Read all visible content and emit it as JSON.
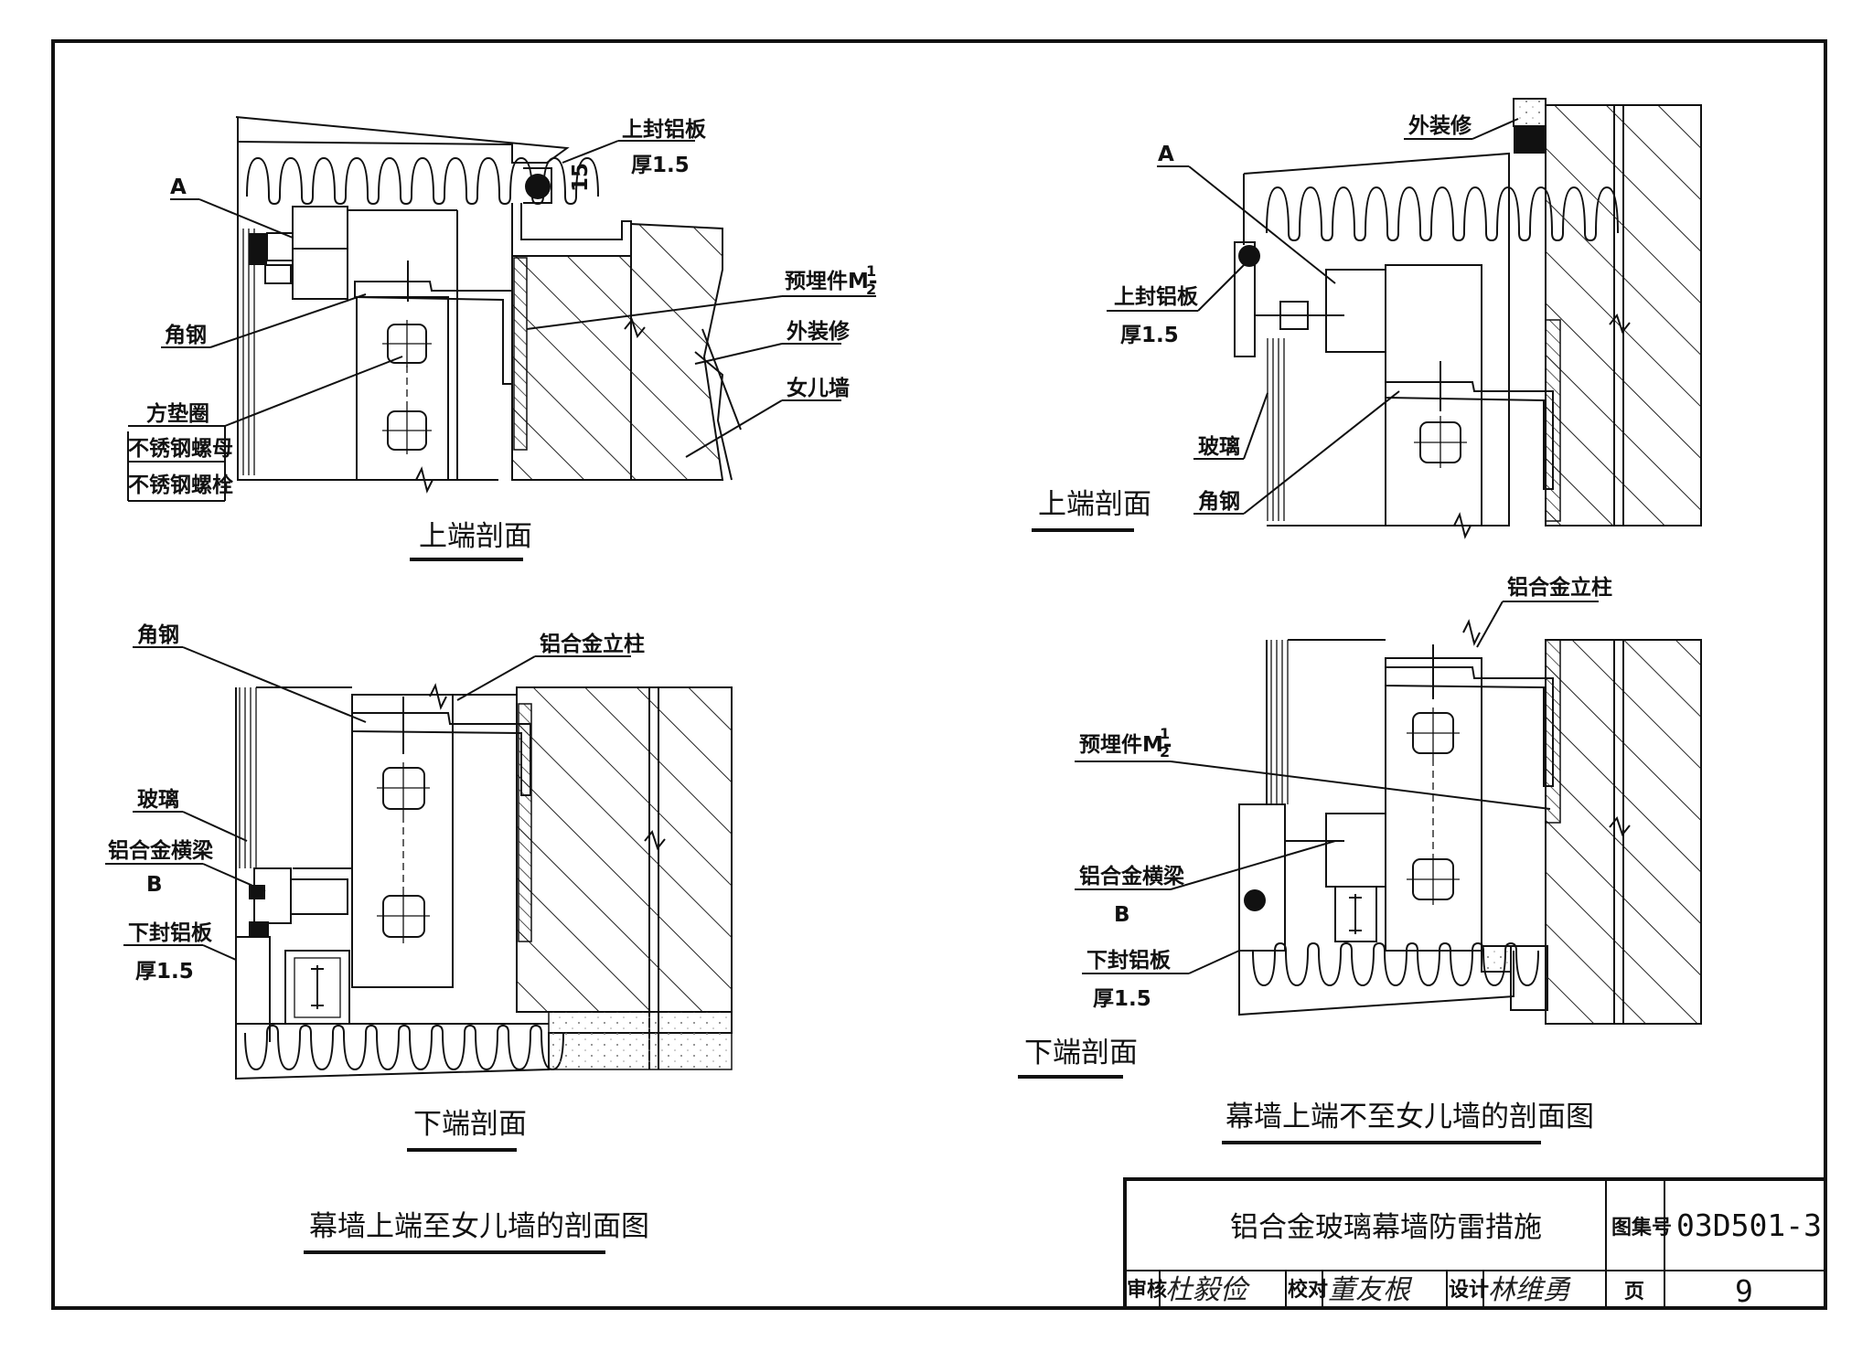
{
  "sheet": {
    "title": "铝合金玻璃幕墙防雷措施",
    "atlas_label": "图集号",
    "atlas_number": "03D501-3",
    "page_label": "页",
    "page_number": "9",
    "review_label": "审核",
    "review_sig": "杜毅俭",
    "check_label": "校对",
    "check_sig": "董友根",
    "design_label": "设计",
    "design_sig": "林维勇"
  },
  "left_drawing": {
    "title": "幕墙上端至女儿墙的剖面图",
    "top_section": {
      "title": "上端剖面",
      "labels": {
        "top_plate": "上封铝板",
        "top_plate_thk": "厚1.5",
        "dim_15": "15",
        "a": "A",
        "embed": "预埋件M-",
        "embed_num": "1",
        "embed_den": "2",
        "finish": "外装修",
        "parapet": "女儿墙",
        "angle": "角钢",
        "washer": "方垫圈",
        "nut": "不锈钢螺母",
        "bolt": "不锈钢螺栓"
      }
    },
    "bottom_section": {
      "title": "下端剖面",
      "labels": {
        "angle": "角钢",
        "mullion": "铝合金立柱",
        "glass": "玻璃",
        "beam": "铝合金横梁",
        "b": "B",
        "bottom_plate": "下封铝板",
        "bottom_plate_thk": "厚1.5"
      }
    }
  },
  "right_drawing": {
    "title": "幕墙上端不至女儿墙的剖面图",
    "top_section": {
      "title": "上端剖面",
      "labels": {
        "finish": "外装修",
        "a": "A",
        "top_plate": "上封铝板",
        "top_plate_thk": "厚1.5",
        "glass": "玻璃",
        "angle": "角钢"
      }
    },
    "bottom_section": {
      "title": "下端剖面",
      "labels": {
        "mullion": "铝合金立柱",
        "embed": "预埋件M-",
        "embed_num": "1",
        "embed_den": "2",
        "beam": "铝合金横梁",
        "b": "B",
        "bottom_plate": "下封铝板",
        "bottom_plate_thk": "厚1.5"
      }
    }
  }
}
